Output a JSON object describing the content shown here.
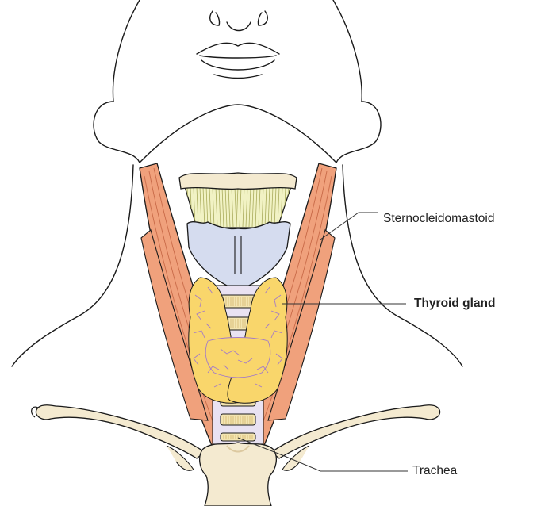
{
  "labels": {
    "sternocleidomastoid": "Sternocleidomastoid",
    "thyroid_gland": "Thyroid gland",
    "trachea": "Trachea"
  },
  "colors": {
    "outline": "#1a1a1a",
    "skin": "#ffffff",
    "muscle": "#f0a17c",
    "muscle_stripe": "#c86a48",
    "bone": "#f4ead0",
    "bone_shade": "#dcc9a0",
    "cartilage_hyoid": "#f1f2c4",
    "cartilage_hyoid_stripe": "#a9ab5c",
    "thyroid_cartilage": "#d5dcef",
    "thyroid_gland": "#f9d66b",
    "thyroid_gland_line": "#a47bc7",
    "trachea_ring": "#f3e4b0",
    "trachea_gap": "#e9e2f2",
    "leader": "#333333"
  }
}
